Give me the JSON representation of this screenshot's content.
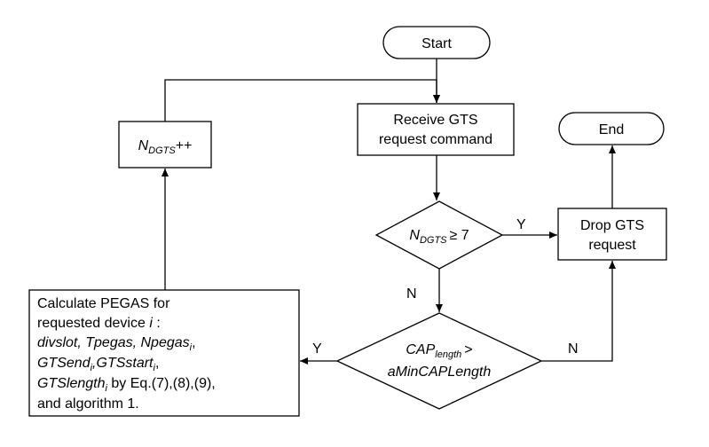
{
  "nodes": {
    "start": {
      "label": "Start"
    },
    "receive": {
      "line1": "Receive GTS",
      "line2": "request command"
    },
    "end": {
      "label": "End"
    },
    "drop": {
      "line1": "Drop GTS",
      "line2": "request"
    },
    "counter": {
      "var": "N",
      "sub": "DGTS",
      "suffix": "++"
    },
    "decision1": {
      "var": "N",
      "sub": "DGTS",
      "op": "≥ 7"
    },
    "decision2": {
      "var": "CAP",
      "sub": "length",
      "op": ">",
      "line2": "aMinCAPLength"
    },
    "calc": {
      "line1": "Calculate PEGAS for",
      "line2_text": "requested device ",
      "line2_var": "i",
      "line2_end": " :",
      "line3": "divslot, Tpegas, Npegas",
      "line3_sub": "i",
      "line3_end": ",",
      "line4_a": "GTSend",
      "line4_a_sub": "i",
      "line4_b": ",GTSstart",
      "line4_b_sub": "i",
      "line4_end": ",",
      "line5_var": "GTSlength",
      "line5_sub": "i",
      "line5_end": " by Eq.(7),(8),(9),",
      "line6": "and algorithm 1."
    }
  },
  "edge_labels": {
    "d1_yes": "Y",
    "d1_no": "N",
    "d2_yes": "Y",
    "d2_no": "N"
  }
}
